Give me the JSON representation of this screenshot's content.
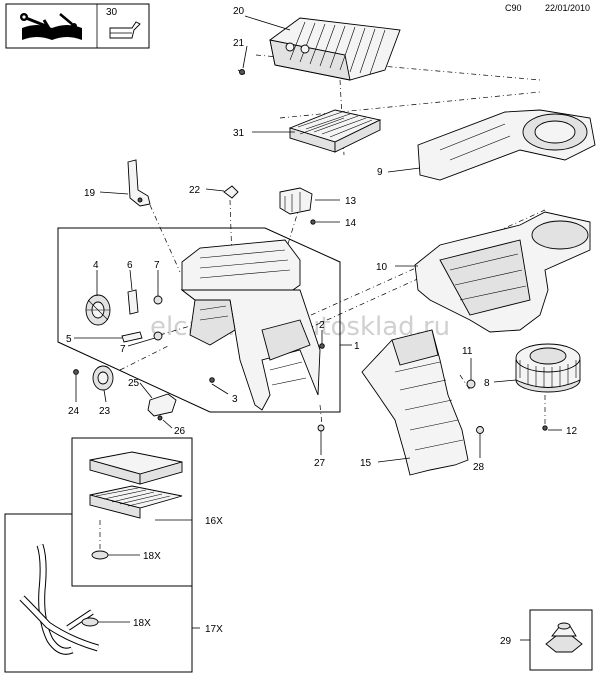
{
  "header": {
    "code": "C90",
    "date": "22/01/2010",
    "tool_ref": "30"
  },
  "watermark": "elcats.ru / autosklad.ru",
  "callouts": {
    "p1": "1",
    "p2": "2",
    "p3": "3",
    "p4": "4",
    "p5": "5",
    "p6": "6",
    "p7a": "7",
    "p7b": "7",
    "p8": "8",
    "p9": "9",
    "p10": "10",
    "p11": "11",
    "p12": "12",
    "p13": "13",
    "p14": "14",
    "p15": "15",
    "p16": "16X",
    "p17": "17X",
    "p18a": "18X",
    "p18b": "18X",
    "p19": "19",
    "p20": "20",
    "p21": "21",
    "p22": "22",
    "p23": "23",
    "p24": "24",
    "p25": "25",
    "p26": "26",
    "p27": "27",
    "p28": "28",
    "p29": "29",
    "p31": "31"
  },
  "icons": [
    "wrench-book-icon",
    "oil-can-icon"
  ]
}
